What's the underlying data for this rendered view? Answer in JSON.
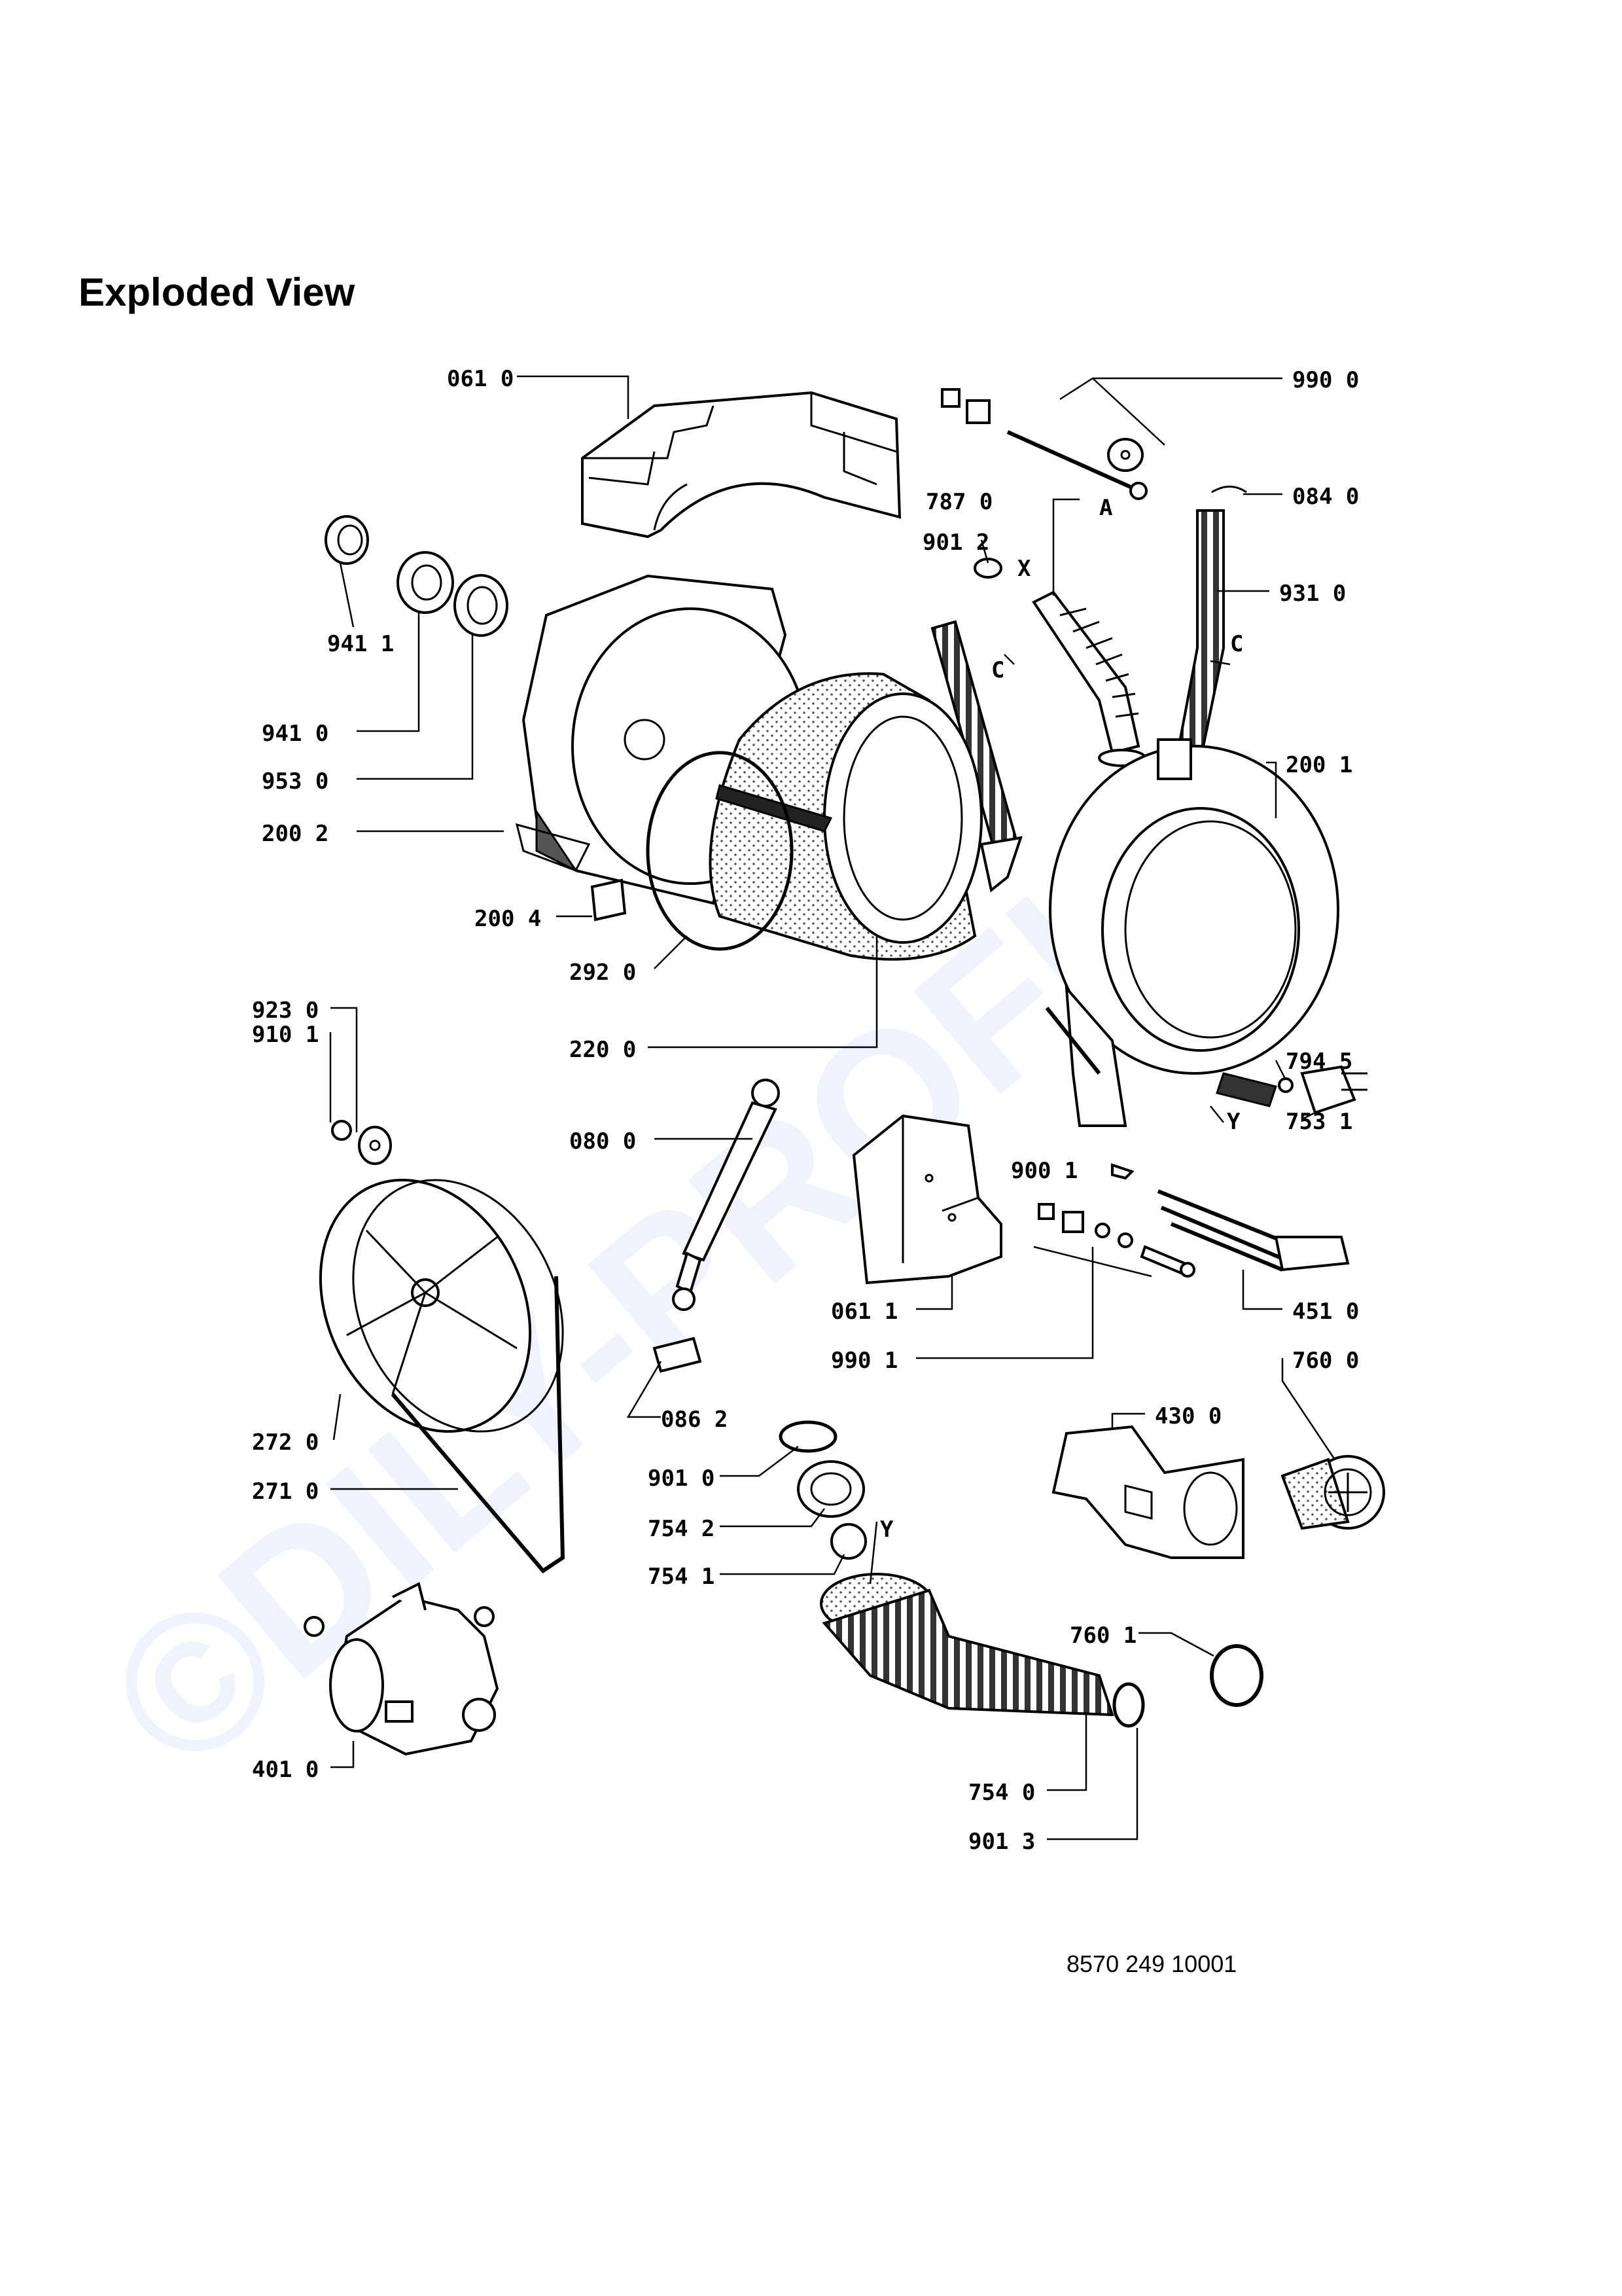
{
  "title": "Exploded View",
  "doc_code": "8570 249 10001",
  "watermark": "©DILY-PROFI.cz",
  "labels": {
    "p0610": "061 0",
    "p9900": "990 0",
    "p0840": "084 0",
    "p7870": "787 0",
    "p9012": "901 2",
    "x1": "X",
    "a1": "A",
    "p9310": "931 0",
    "c1": "C",
    "c2": "C",
    "p9411": "941 1",
    "p9410": "941 0",
    "p9530": "953 0",
    "p2002": "200 2",
    "p2001": "200 1",
    "p2004": "200 4",
    "p2920": "292 0",
    "p9230": "923 0",
    "p9101": "910 1",
    "p2200": "220 0",
    "p7945": "794 5",
    "p0800": "080 0",
    "y1": "Y",
    "p7531": "753 1",
    "p9001": "900 1",
    "p0611": "061 1",
    "p9901": "990 1",
    "p4510": "451 0",
    "p7600": "760 0",
    "p2720": "272 0",
    "p0862": "086 2",
    "p4300": "430 0",
    "p9010": "901 0",
    "p2710": "271 0",
    "p7542": "754 2",
    "y2": "Y",
    "p7541": "754 1",
    "p7601": "760 1",
    "p4010": "401 0",
    "p7540": "754 0",
    "p9013": "901 3"
  }
}
